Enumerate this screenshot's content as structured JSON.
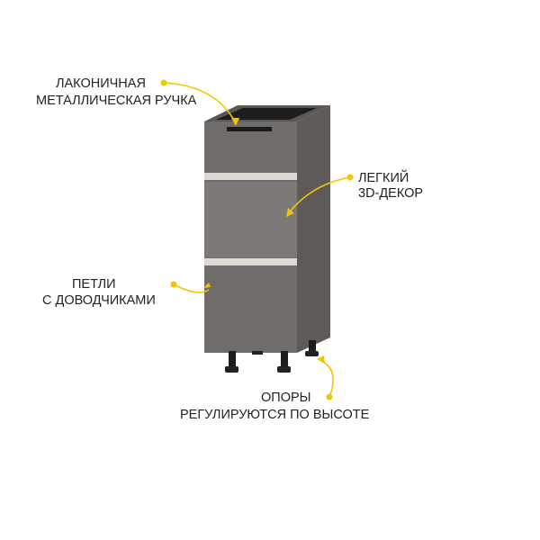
{
  "annotations": {
    "handle": {
      "line1": "ЛАКОНИЧНАЯ",
      "line2": "МЕТАЛЛИЧЕСКАЯ РУЧКА"
    },
    "decor": {
      "line1": "ЛЕГКИЙ",
      "line2": "3D-ДЕКОР"
    },
    "hinges": {
      "line1": "ПЕТЛИ",
      "line2": "С ДОВОДЧИКАМИ"
    },
    "legs": {
      "line1": "ОПОРЫ",
      "line2": "РЕГУЛИРУЮТСЯ ПО ВЫСОТЕ"
    }
  },
  "colors": {
    "accent": "#f2c500",
    "cabinet": "#6f6c69",
    "side": "#5d5a58",
    "decor": "#7a7775",
    "trim": "#ddd8d0"
  }
}
